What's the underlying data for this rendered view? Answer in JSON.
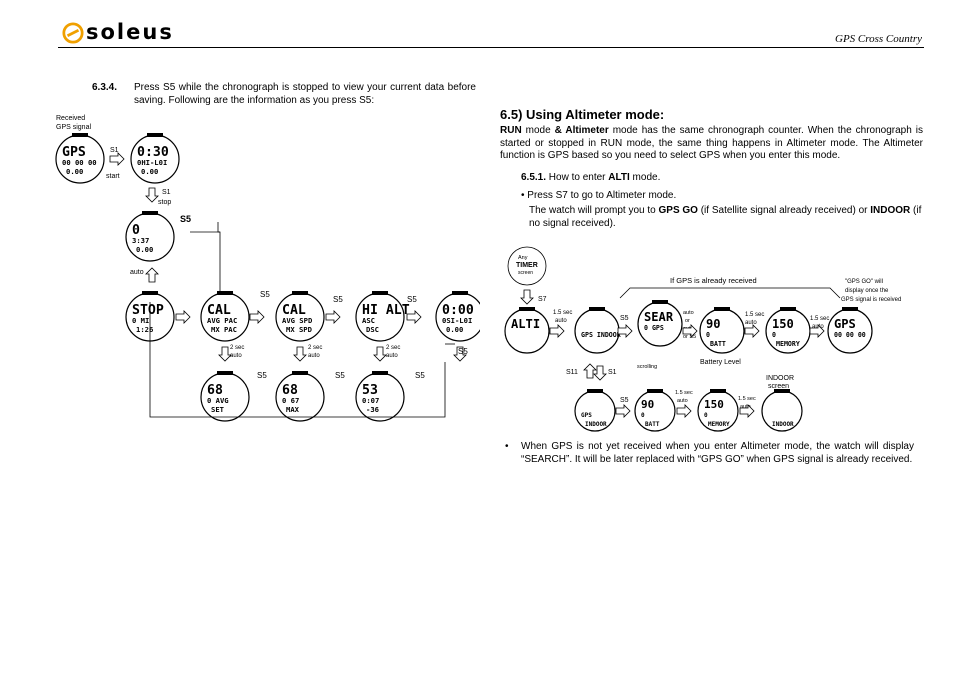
{
  "header": {
    "brand": "soleus",
    "doc_title": "GPS Cross Country"
  },
  "left": {
    "section_num": "6.3.4.",
    "intro": "Press S5 while the chronograph is stopped to view your current data before saving. Following are the information as you press S5:",
    "labels": {
      "received_gps": "Received\nGPS signal",
      "s1": "S1",
      "start": "start",
      "s1b": "S1",
      "stop": "stop",
      "s5_top": "S5",
      "auto": "auto",
      "s5": "S5",
      "two_sec_auto": "2 sec\nauto"
    },
    "watches": [
      {
        "l1": "GPS",
        "l2": "00 00 00",
        "l3": "0.00"
      },
      {
        "l1": "0:30",
        "l2": "0HI-L0I",
        "l3": "0.00"
      },
      {
        "l1": "0",
        "l2": "3:37",
        "l3": "0.00"
      },
      {
        "l1": "STOP",
        "l2": "0 MI",
        "l3": "1:26"
      },
      {
        "l1": "CAL",
        "l2": "AVG PAC",
        "l3": "MX PAC"
      },
      {
        "l1": "CAL",
        "l2": "AVG SPD",
        "l3": "MX SPD"
      },
      {
        "l1": "HI ALT",
        "l2": "ASC",
        "l3": "DSC"
      },
      {
        "l1": "0:00",
        "l2": "0SI-L0I",
        "l3": "0.00"
      },
      {
        "l1": "68",
        "l2": "0 AVG",
        "l3": "SET"
      },
      {
        "l1": "68",
        "l2": "0 67",
        "l3": "MAX"
      },
      {
        "l1": "53",
        "l2": "0:07",
        "l3": "-36"
      }
    ]
  },
  "right": {
    "heading": "6.5)  Using Altimeter mode:",
    "para_run": "RUN",
    "para_mid1": " mode ",
    "para_alt": "& Altimeter",
    "para_rest": " mode has the same chronograph counter. When the chronograph is started or stopped in RUN mode, the same thing happens in Altimeter mode. The Altimeter function is GPS based so you need to select GPS when you enter this mode.",
    "sub_num": "6.5.1.",
    "sub_text": "  How to enter ",
    "sub_bold": "ALTI",
    "sub_tail": " mode.",
    "bullet1": "• Press S7 to go to Altimeter mode.",
    "prompt_a": "The watch will prompt you to ",
    "prompt_b": "GPS GO",
    "prompt_c": " (if Satellite signal already received) or ",
    "prompt_d": "INDOOR",
    "prompt_e": " (if no signal received).",
    "diagram": {
      "any_timer": "Any\nTIMER\nscreen",
      "s7": "S7",
      "if_gps": "If GPS is already received",
      "gps_go_note": "\"GPS GO\" will\ndisplay once the\nGPS signal is received",
      "one5_auto": "1.5 sec\nauto",
      "s5": "S5",
      "auto_or_s5": "auto\nor\nauto\nor S5",
      "scrolling": "scrolling",
      "battery": "Battery Level",
      "s11": "S11",
      "s1": "S1",
      "indoor_screen": "INDOOR\nscreen",
      "w_alti": "ALTI",
      "w_gps_indoor": "GPS INDOOR",
      "w_search": "SEAR",
      "w_batt": "90",
      "w_memory": "150",
      "w_gpsgo": "GPS",
      "w_indoor": "INDOOR"
    },
    "bullet2": "When GPS is not yet received when you enter Altimeter mode, the watch will display “SEARCH”. It will be later replaced with “GPS GO” when GPS signal is already received."
  }
}
